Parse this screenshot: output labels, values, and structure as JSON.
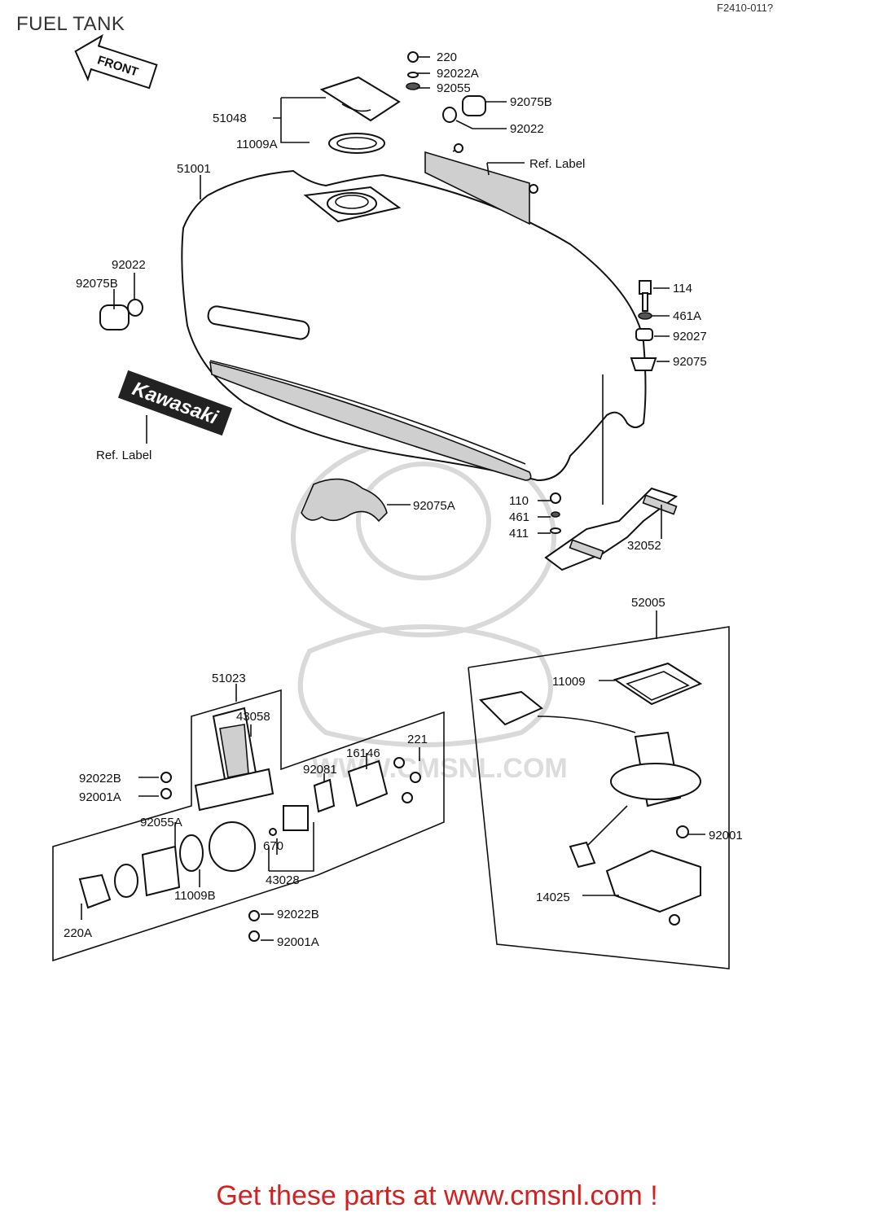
{
  "header": {
    "title": "FUEL TANK",
    "diagram_code": "F2410-011?"
  },
  "front_arrow": {
    "label": "FRONT"
  },
  "brand_decal": {
    "text": "Kawasaki"
  },
  "watermark": {
    "text": "WWW.CMSNL.COM"
  },
  "footer": {
    "text": "Get these parts at www.cmsnl.com !",
    "color": "#d42020"
  },
  "callouts": [
    {
      "id": "c220",
      "text": "220"
    },
    {
      "id": "c92022A",
      "text": "92022A"
    },
    {
      "id": "c92055",
      "text": "92055"
    },
    {
      "id": "c92075B_top",
      "text": "92075B"
    },
    {
      "id": "c92022_top",
      "text": "92022"
    },
    {
      "id": "c51048",
      "text": "51048"
    },
    {
      "id": "c11009A",
      "text": "11009A"
    },
    {
      "id": "c51001",
      "text": "51001"
    },
    {
      "id": "cRefLabel_top",
      "text": "Ref.  Label"
    },
    {
      "id": "c92022_left",
      "text": "92022"
    },
    {
      "id": "c92075B_left",
      "text": "92075B"
    },
    {
      "id": "c114",
      "text": "114"
    },
    {
      "id": "c461A",
      "text": "461A"
    },
    {
      "id": "c92027",
      "text": "92027"
    },
    {
      "id": "c92075",
      "text": "92075"
    },
    {
      "id": "cRefLabel_left",
      "text": "Ref.  Label"
    },
    {
      "id": "c92075A",
      "text": "92075A"
    },
    {
      "id": "c110",
      "text": "110"
    },
    {
      "id": "c461",
      "text": "461"
    },
    {
      "id": "c411",
      "text": "411"
    },
    {
      "id": "c32052",
      "text": "32052"
    },
    {
      "id": "c52005",
      "text": "52005"
    },
    {
      "id": "c11009",
      "text": "11009"
    },
    {
      "id": "c92001",
      "text": "92001"
    },
    {
      "id": "c14025",
      "text": "14025"
    },
    {
      "id": "c51023",
      "text": "51023"
    },
    {
      "id": "c43058",
      "text": "43058"
    },
    {
      "id": "c221",
      "text": "221"
    },
    {
      "id": "c16146",
      "text": "16146"
    },
    {
      "id": "c92081",
      "text": "92081"
    },
    {
      "id": "c92022B_a",
      "text": "92022B"
    },
    {
      "id": "c92001A_a",
      "text": "92001A"
    },
    {
      "id": "c92055A",
      "text": "92055A"
    },
    {
      "id": "c670",
      "text": "670"
    },
    {
      "id": "c43028",
      "text": "43028"
    },
    {
      "id": "c11009B",
      "text": "11009B"
    },
    {
      "id": "c220A",
      "text": "220A"
    },
    {
      "id": "c92022B_b",
      "text": "92022B"
    },
    {
      "id": "c92001A_b",
      "text": "92001A"
    }
  ]
}
